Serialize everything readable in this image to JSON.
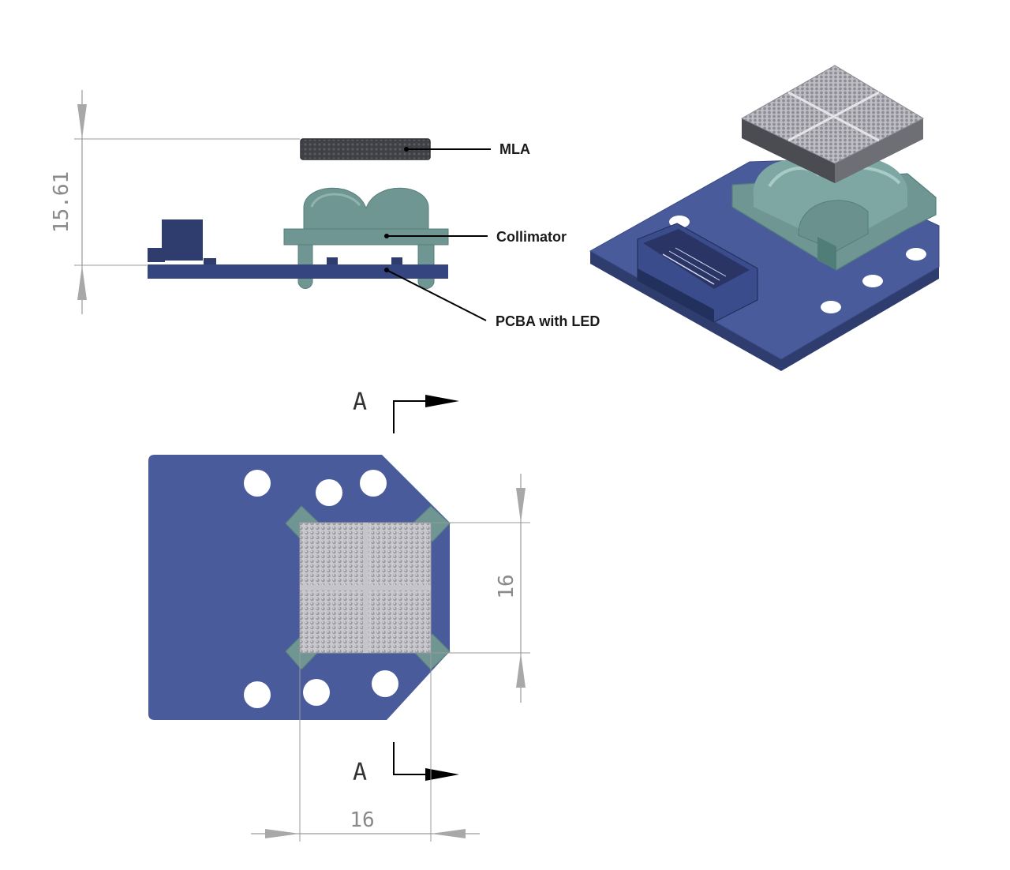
{
  "side_view": {
    "labels": {
      "mla": "MLA",
      "collimator": "Collimator",
      "pcba": "PCBA with LED"
    },
    "dimension_height": "15.61"
  },
  "top_view": {
    "section_top": "A",
    "section_bottom": "A",
    "dimension_height": "16",
    "dimension_width": "16"
  },
  "colors": {
    "pcb": "#4a5b9b",
    "pcb_dark": "#2f3c6e",
    "collimator": "#6f9692",
    "mla": "#b0b0b6",
    "mla_dark": "#3d3f44",
    "dimension_line": "#9a9a9a"
  }
}
